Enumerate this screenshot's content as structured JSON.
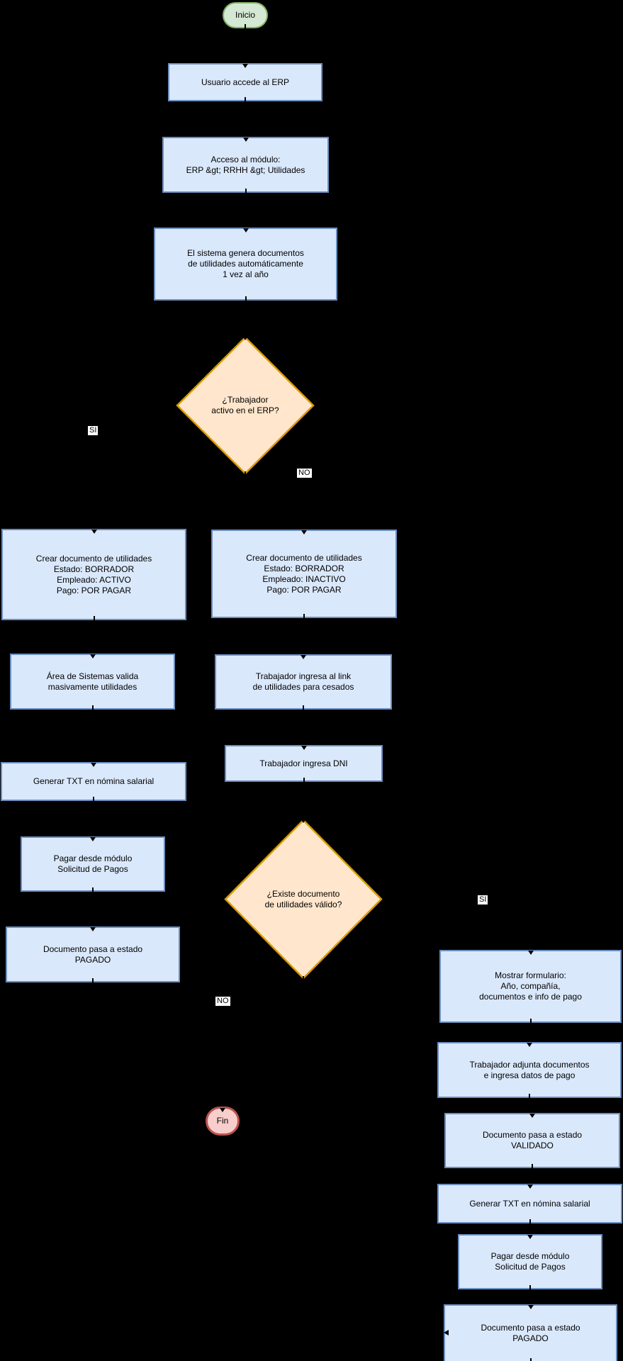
{
  "diagram": {
    "start": {
      "label": "Inicio"
    },
    "end": {
      "label": "Fin"
    },
    "process": {
      "access_erp": {
        "label": "Usuario accede al ERP"
      },
      "access_module": {
        "label": "Acceso al módulo:\nERP &gt; RRHH &gt; Utilidades"
      },
      "auto_generate": {
        "label": "El sistema genera documentos\nde utilidades automáticamente\n1 vez al año"
      },
      "create_doc_active": {
        "label": "Crear documento de utilidades\nEstado: BORRADOR\nEmpleado: ACTIVO\nPago: POR PAGAR"
      },
      "create_doc_inactive": {
        "label": "Crear documento de utilidades\nEstado: BORRADOR\nEmpleado: INACTIVO\nPago: POR PAGAR"
      },
      "systems_validate": {
        "label": "Área de Sistemas valida\nmasivamente utilidades"
      },
      "worker_link": {
        "label": "Trabajador ingresa al link\nde utilidades para cesados"
      },
      "generate_txt_left": {
        "label": "Generar TXT en nómina salarial"
      },
      "worker_dni": {
        "label": "Trabajador ingresa DNI"
      },
      "pay_module_left": {
        "label": "Pagar desde módulo\nSolicitud de Pagos"
      },
      "doc_paid_left": {
        "label": "Documento pasa a estado\nPAGADO"
      },
      "show_form": {
        "label": "Mostrar formulario:\nAño, compañía,\ndocumentos e info de pago"
      },
      "worker_attach": {
        "label": "Trabajador adjunta documentos\ne ingresa datos de pago"
      },
      "doc_validated": {
        "label": "Documento pasa a estado\nVALIDADO"
      },
      "generate_txt_right": {
        "label": "Generar TXT en nómina salarial"
      },
      "pay_module_right": {
        "label": "Pagar desde módulo\nSolicitud de Pagos"
      },
      "doc_paid_right": {
        "label": "Documento pasa a estado\nPAGADO"
      }
    },
    "decision": {
      "worker_active": {
        "label": "¿Trabajador\nactivo en el ERP?"
      },
      "valid_document": {
        "label": "¿Existe documento\nde utilidades válido?"
      }
    },
    "edge_labels": {
      "d1_yes": "SI",
      "d1_no": "NO",
      "d2_yes": "SI",
      "d2_no": "NO"
    },
    "colors": {
      "canvas_bg": "#000000",
      "process_fill": "#DAE8FC",
      "process_stroke": "#6C8EBF",
      "decision_fill": "#FFE6CC",
      "decision_stroke": "#D79B00",
      "start_fill": "#D5E8D4",
      "start_stroke": "#82B366",
      "end_fill": "#F8CECC",
      "end_stroke": "#B85450",
      "edge_label_bg": "#FFFFFF",
      "text": "#000000"
    }
  }
}
